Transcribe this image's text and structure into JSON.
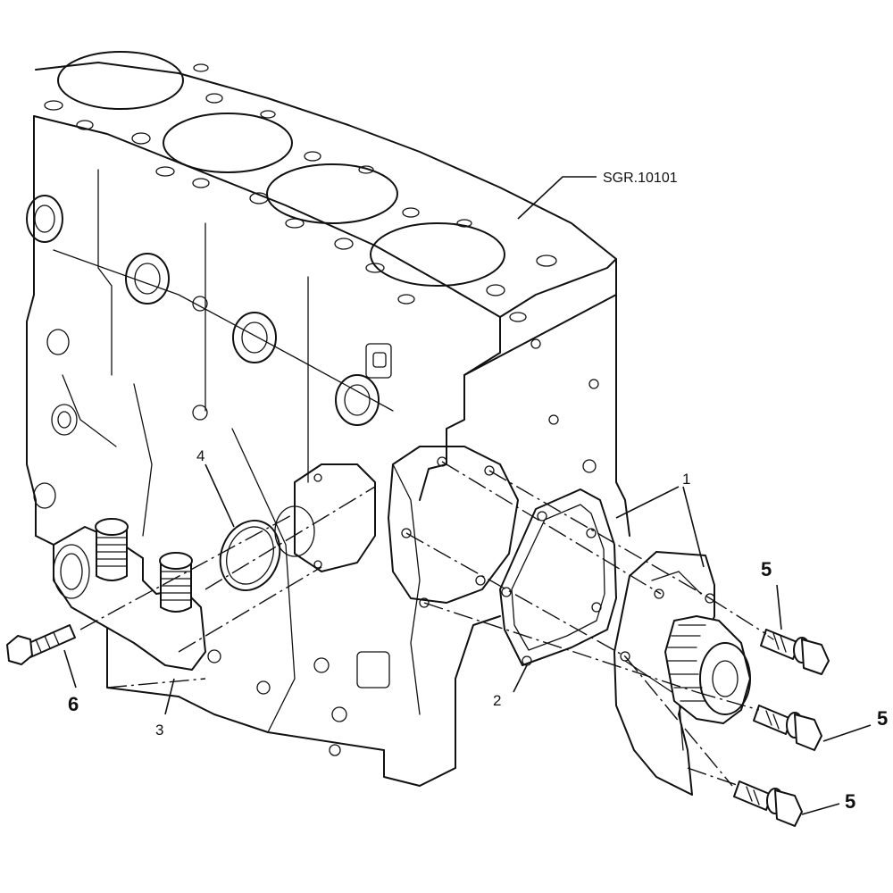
{
  "diagram": {
    "reference_code": "SGR.10101",
    "callouts": [
      {
        "id": "callout-1",
        "label": "1",
        "bold": false
      },
      {
        "id": "callout-2",
        "label": "2",
        "bold": false
      },
      {
        "id": "callout-3",
        "label": "3",
        "bold": false
      },
      {
        "id": "callout-4",
        "label": "4",
        "bold": false
      },
      {
        "id": "callout-5a",
        "label": "5",
        "bold": true
      },
      {
        "id": "callout-5b",
        "label": "5",
        "bold": true
      },
      {
        "id": "callout-5c",
        "label": "5",
        "bold": true
      },
      {
        "id": "callout-6",
        "label": "6",
        "bold": true
      }
    ]
  }
}
